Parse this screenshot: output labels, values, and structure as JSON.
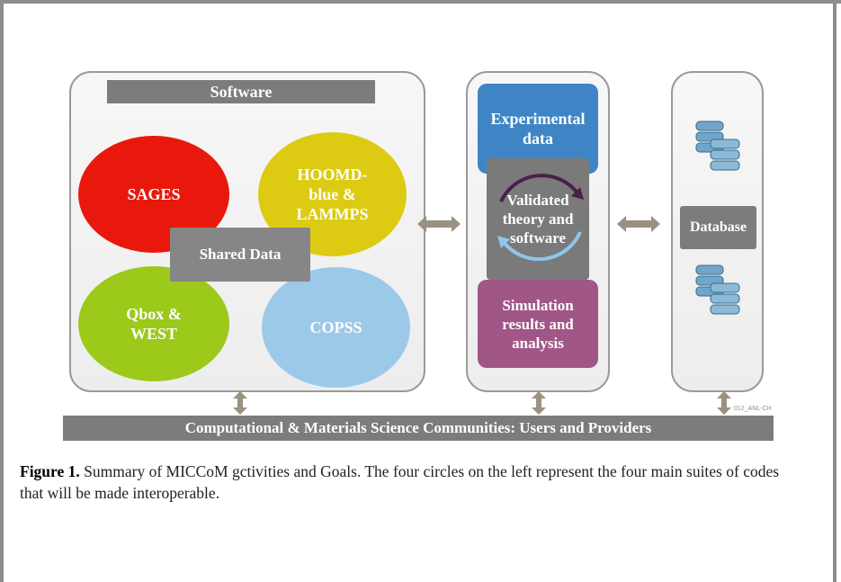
{
  "diagram": {
    "software_title": "Software",
    "circles": {
      "sages": "SAGES",
      "hoomd": "HOOMD-\nblue &\nLAMMPS",
      "qbox": "Qbox &\nWEST",
      "copss": "COPSS"
    },
    "shared_data": "Shared Data",
    "experimental": "Experimental\ndata",
    "validated": "Validated\ntheory and\nsoftware",
    "simulation": "Simulation\nresults and\nanalysis",
    "database": "Database",
    "bottom_bar": "Computational & Materials Science Communities: Users and Providers",
    "code_label": "012_ANL-CH",
    "colors": {
      "sages": "#e8190c",
      "hoomd": "#dccb12",
      "qbox": "#9cc91a",
      "copss": "#9cc9e8",
      "experimental": "#3f85c6",
      "simulation": "#a05686",
      "gray_box": "#7c7c7c",
      "arrow": "#9a9280"
    }
  },
  "caption": {
    "label": "Figure 1.",
    "text": " Summary of MICCoM gctivities and Goals. The four circles on the left represent the four main suites of codes that will be made interoperable."
  }
}
